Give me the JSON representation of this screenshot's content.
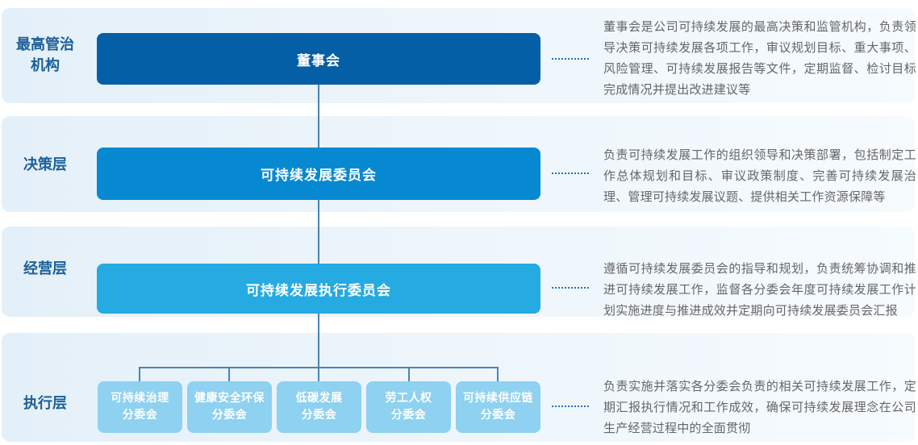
{
  "colors": {
    "band_background_left": "#e4f0f9",
    "band_background_right": "#f6fbfe",
    "box_level1_board": "#055fa6",
    "box_level2_committee": "#0789d1",
    "box_level3_exec_committee": "#25aae1",
    "box_level4_subcommittee": "#8ed1f0",
    "connector_line": "#4a84b4",
    "dotted_leader": "#1f74ba",
    "tier_label_text": "#1b5f99",
    "box_text": "#ffffff",
    "description_text": "#666666"
  },
  "rows": [
    {
      "tier": "最高管治机构",
      "tier_line1": "最高管治",
      "tier_line2": "机构",
      "box": "董事会",
      "description": "董事会是公司可持续发展的最高决策和监管机构，负责领导决策可持续发展各项工作，审议规划目标、重大事项、风险管理、可持续发展报告等文件，定期监督、检讨目标完成情况并提出改进建议等"
    },
    {
      "tier": "决策层",
      "box": "可持续发展委员会",
      "description": "负责可持续发展工作的组织领导和决策部署，包括制定工作总体规划和目标、审议政策制度、完善可持续发展治理、管理可持续发展议题、提供相关工作资源保障等"
    },
    {
      "tier": "经营层",
      "box": "可持续发展执行委员会",
      "description": "遵循可持续发展委员会的指导和规划，负责统筹协调和推进可持续发展工作，监督各分委会年度可持续发展工作计划实施进度与推进成效并定期向可持续发展委员会汇报"
    },
    {
      "tier": "执行层",
      "subcommittees": [
        {
          "line1": "可持续治理",
          "line2": "分委会"
        },
        {
          "line1": "健康安全环保",
          "line2": "分委会"
        },
        {
          "line1": "低碳发展",
          "line2": "分委会"
        },
        {
          "line1": "劳工人权",
          "line2": "分委会"
        },
        {
          "line1": "可持续供应链",
          "line2": "分委会"
        }
      ],
      "description": "负责实施并落实各分委会负责的相关可持续发展工作，定期汇报执行情况和工作成效，确保可持续发展理念在公司生产经营过程中的全面贯彻"
    }
  ]
}
